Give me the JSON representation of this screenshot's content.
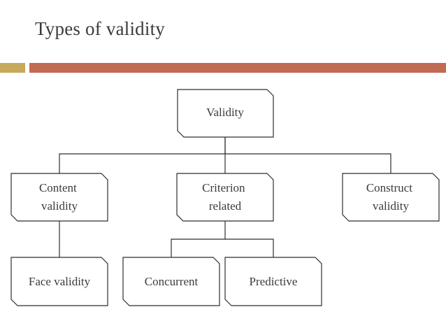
{
  "slide": {
    "title": "Types of validity"
  },
  "theme": {
    "accent_gold": "#c6a95a",
    "accent_rust": "#c26a52",
    "line_color": "#2f2f2f",
    "text_color": "#3b3b3b"
  },
  "diagram": {
    "nodes": {
      "validity": {
        "lines": [
          "Validity"
        ]
      },
      "content": {
        "lines": [
          "Content",
          "validity"
        ]
      },
      "criterion": {
        "lines": [
          "Criterion",
          "related"
        ]
      },
      "construct": {
        "lines": [
          "Construct",
          "validity"
        ]
      },
      "face": {
        "lines": [
          "Face validity"
        ]
      },
      "concurrent": {
        "lines": [
          "Concurrent"
        ]
      },
      "predictive": {
        "lines": [
          "Predictive"
        ]
      }
    },
    "edges": [
      {
        "from": "validity",
        "to": "content"
      },
      {
        "from": "validity",
        "to": "criterion"
      },
      {
        "from": "validity",
        "to": "construct"
      },
      {
        "from": "content",
        "to": "face"
      },
      {
        "from": "criterion",
        "to": "concurrent"
      },
      {
        "from": "criterion",
        "to": "predictive"
      }
    ]
  }
}
